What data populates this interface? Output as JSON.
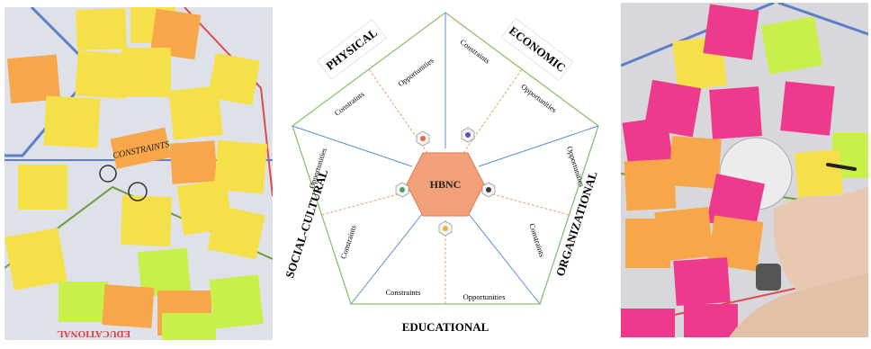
{
  "diagram": {
    "center_label": "HBNC",
    "segments": [
      {
        "name": "PHYSICAL",
        "labels": [
          "Opportunities",
          "Constraints"
        ]
      },
      {
        "name": "ECONOMIC",
        "labels": [
          "Constraints",
          "Opportunities"
        ]
      },
      {
        "name": "ORGANIZATIONAL",
        "labels": [
          "Opportunities",
          "Constraints"
        ]
      },
      {
        "name": "EDUCATIONAL",
        "labels": [
          "Opportunities",
          "Constraints"
        ]
      },
      {
        "name": "SOCIAL-CULTURAL",
        "labels": [
          "Constraints",
          "Opportunities"
        ]
      }
    ]
  },
  "left_photo": {
    "highlight_note": "CONSTRAINTS",
    "bottom_label": "EDUCATIONAL"
  },
  "colors": {
    "outer_pentagon": "#8cc06a",
    "constraint_line": "#5b8fd4",
    "opportunity_line": "#e8a06a",
    "hexagon": "#f2a07a",
    "sticky_yellow": "#f6e04a",
    "sticky_orange": "#f7a64a",
    "sticky_pink": "#ee3a8c",
    "sticky_green": "#c8ef4a"
  }
}
